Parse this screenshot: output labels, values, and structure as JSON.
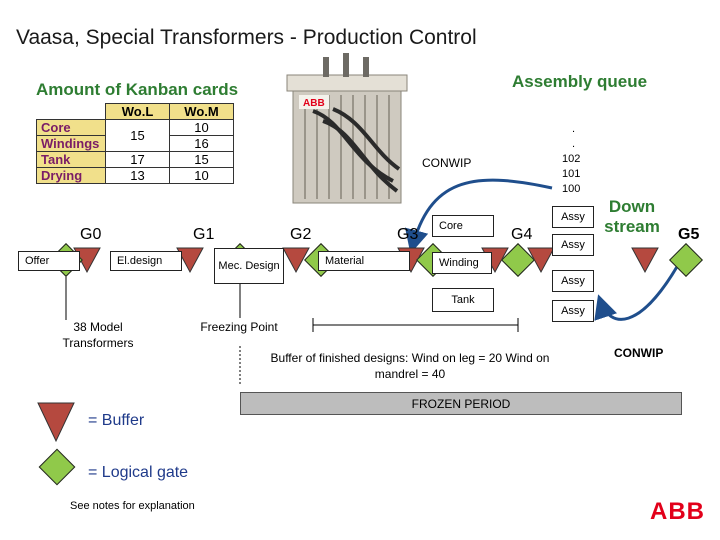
{
  "title": "Vaasa, Special Transformers - Production Control",
  "kanban": {
    "heading": "Amount of Kanban cards",
    "columns": [
      "Wo.L",
      "Wo.M"
    ],
    "rows": [
      {
        "label": "Core",
        "wol": "15",
        "wom": "10"
      },
      {
        "label": "Windings",
        "wol": "",
        "wom": "16"
      },
      {
        "label": "Tank",
        "wol": "17",
        "wom": "15"
      },
      {
        "label": "Drying",
        "wol": "13",
        "wom": "10"
      }
    ]
  },
  "assembly_queue": {
    "heading": "Assembly queue",
    "dots": ".",
    "dots2": ".",
    "numbers": [
      "102",
      "101",
      "100"
    ]
  },
  "photo_logo": "ABB",
  "conwip_top": "CONWIP",
  "conwip_right": "CONWIP",
  "gates": [
    "G0",
    "G1",
    "G2",
    "G3",
    "G4",
    "G5"
  ],
  "process": {
    "offer": "Offer",
    "el_design": "El.design",
    "mec_design": "Mec. Design",
    "material": "Material",
    "core": "Core",
    "winding": "Winding",
    "tank": "Tank",
    "assy": [
      "Assy",
      "Assy",
      "Assy",
      "Assy"
    ]
  },
  "downstream": "Down stream",
  "model_transformers": "38 Model Transformers",
  "freezing_point": "Freezing Point",
  "buffer_text": "Buffer of finished designs: Wind on leg = 20 Wind on mandrel = 40",
  "frozen_period": "FROZEN PERIOD",
  "legend": {
    "buffer": "= Buffer",
    "gate": "= Logical gate"
  },
  "notes": "See notes for explanation",
  "footer_logo": "ABB",
  "colors": {
    "buffer_fill": "#b5493f",
    "gate_fill": "#90c94a",
    "green_text": "#2e7d32",
    "conwip_arrow": "#1f4e8c",
    "abb_red": "#e2001a",
    "table_header": "#f1e08b"
  }
}
